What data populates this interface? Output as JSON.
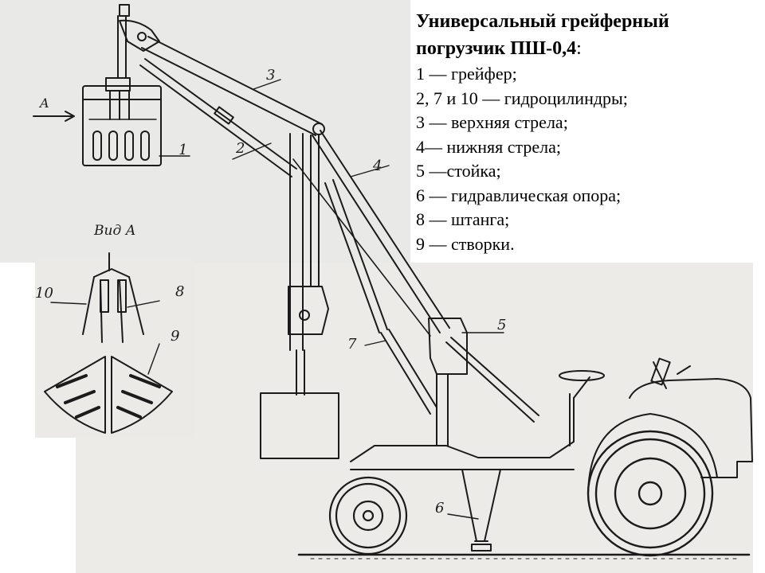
{
  "legend": {
    "title": "Универсальный грейферный погрузчик ПШ-0,4",
    "title_suffix": ":",
    "items": [
      "1 — грейфер;",
      "2, 7 и 10 — гидроцилиндры;",
      "3 — верхняя стрела;",
      "4— нижняя стрела;",
      "5 —стойка;",
      "6 — гидравлическая опора;",
      "8 — штанга;",
      "9 — створки."
    ]
  },
  "drawing": {
    "callouts": {
      "c1": "1",
      "c2": "2",
      "c3": "3",
      "c4": "4",
      "c5": "5",
      "c6": "6",
      "c7": "7",
      "c8": "8",
      "c9": "9",
      "c10": "10",
      "view_arrow": "A",
      "view_title": "Вид А"
    }
  },
  "colors": {
    "paper": "#e9e9e7",
    "ink": "#1b1b1b",
    "background": "#ffffff",
    "text": "#000000"
  }
}
